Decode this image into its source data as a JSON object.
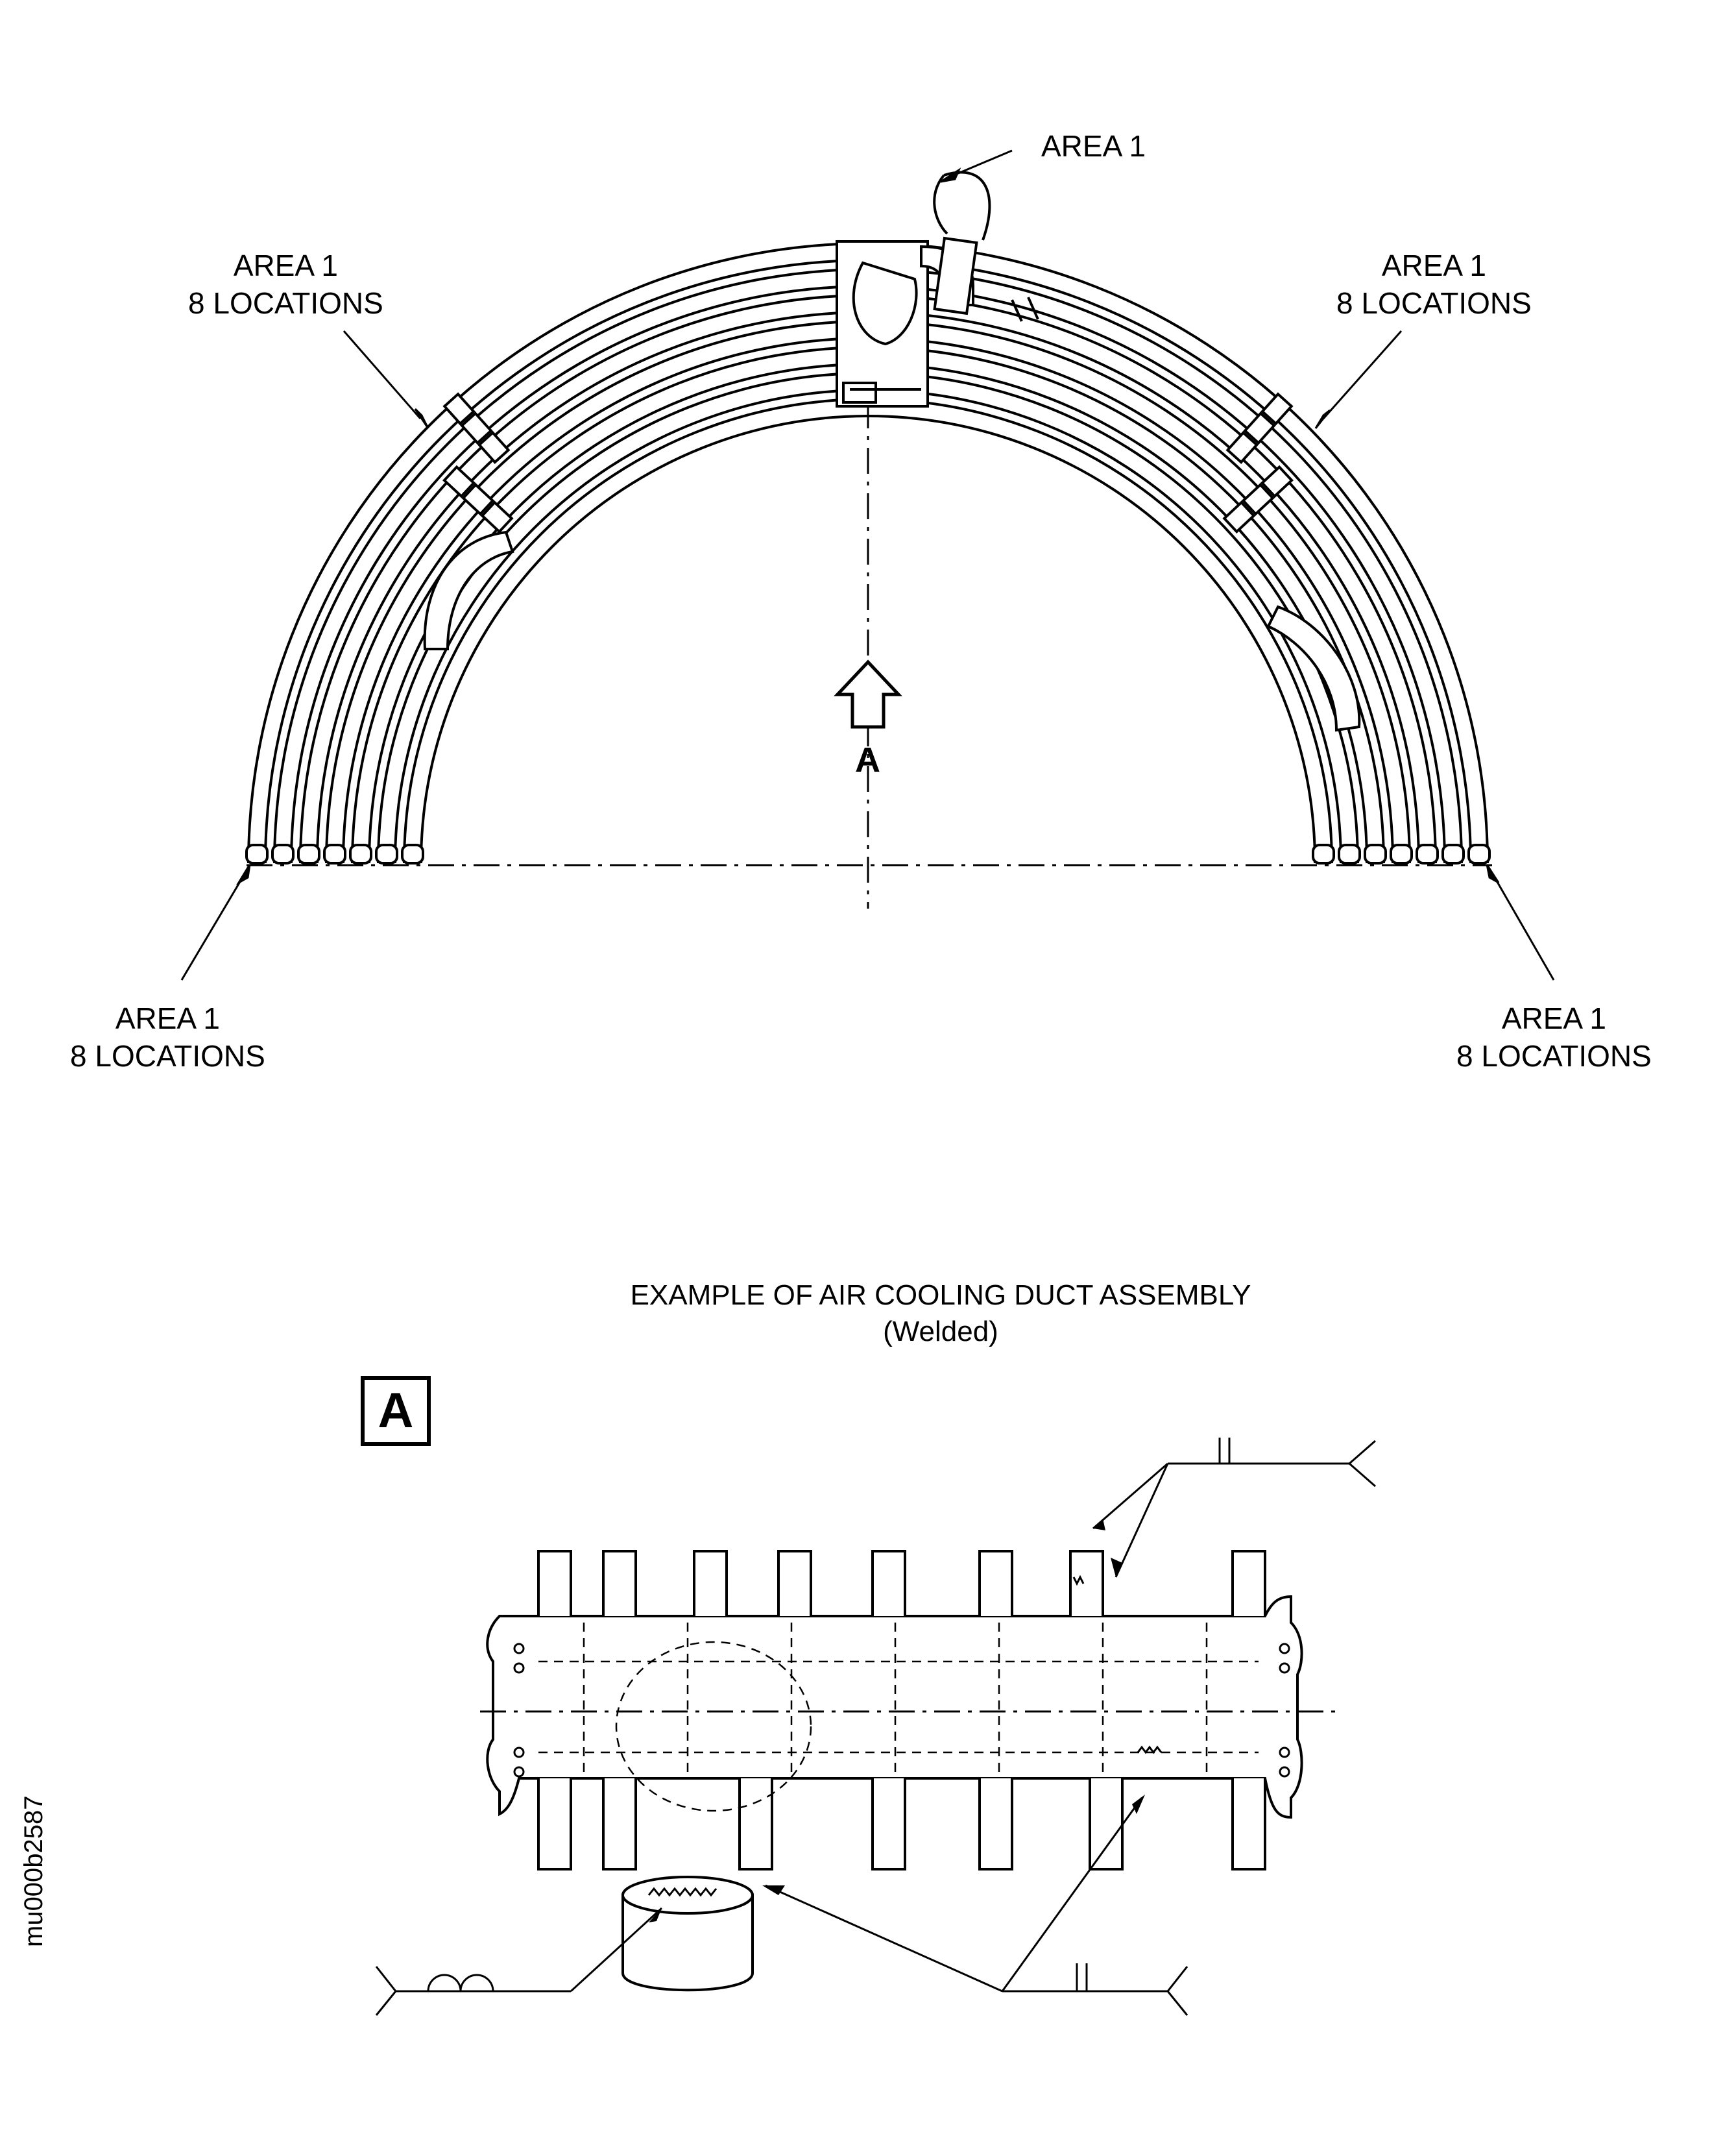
{
  "top_view": {
    "label_top": {
      "line1": "AREA 1"
    },
    "label_upper_left": {
      "line1": "AREA 1",
      "line2": "8 LOCATIONS"
    },
    "label_upper_right": {
      "line1": "AREA 1",
      "line2": "8 LOCATIONS"
    },
    "label_lower_left": {
      "line1": "AREA 1",
      "line2": "8 LOCATIONS"
    },
    "label_lower_right": {
      "line1": "AREA 1",
      "line2": "8 LOCATIONS"
    },
    "view_arrow_letter": "A"
  },
  "detail": {
    "caption_line1": "EXAMPLE OF AIR COOLING DUCT ASSEMBLY",
    "caption_line2": "(Welded)",
    "box_letter": "A"
  },
  "figure_id": "mu000b2587"
}
